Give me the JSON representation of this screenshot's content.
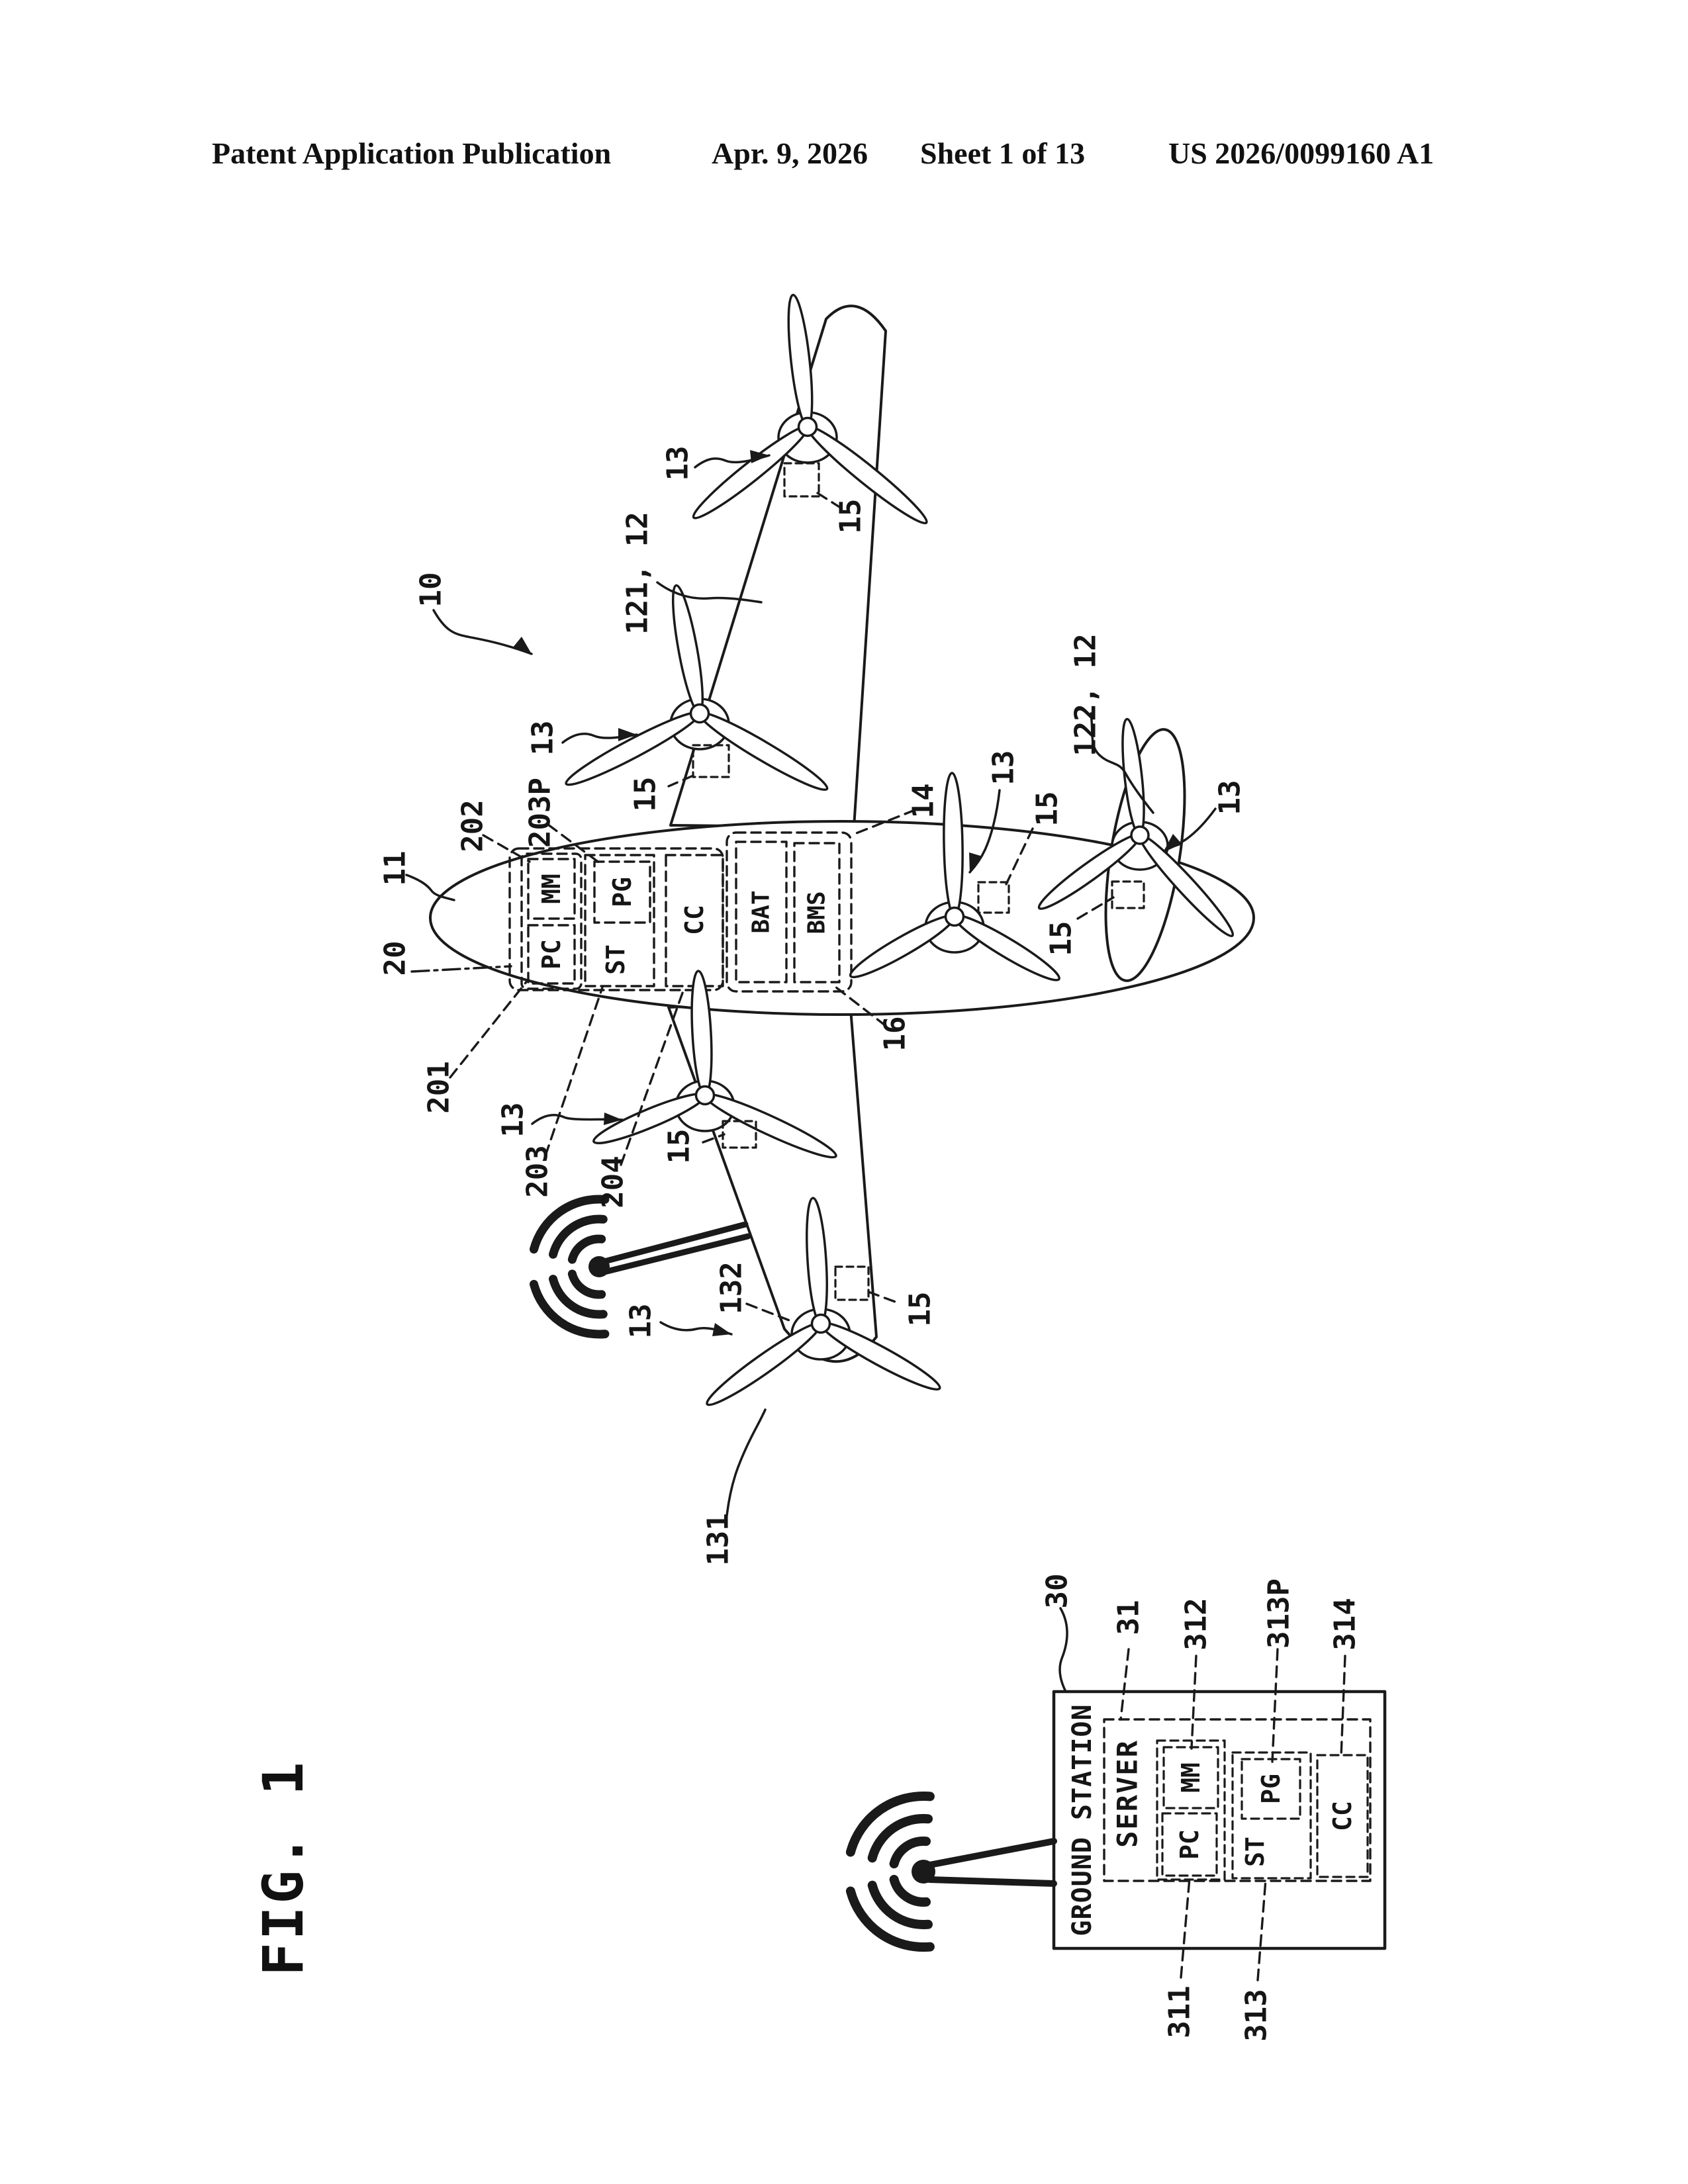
{
  "header": {
    "publication": "Patent Application Publication",
    "date": "Apr. 9, 2026",
    "sheet": "Sheet 1 of 13",
    "number": "US 2026/0099160 A1"
  },
  "figure": {
    "label": "FIG. 1"
  },
  "aircraft": {
    "refs": {
      "r10": "10",
      "r11": "11",
      "r13": "13",
      "r14": "14",
      "r15": "15",
      "r16": "16",
      "r20": "20",
      "r121": "121, 12",
      "r122": "122, 12",
      "r131": "131",
      "r132": "132",
      "r201": "201",
      "r202": "202",
      "r203": "203",
      "r203p": "203P",
      "r204": "204"
    },
    "components": {
      "pc": "PC",
      "mm": "MM",
      "st": "ST",
      "pg": "PG",
      "cc": "CC",
      "bat": "BAT",
      "bms": "BMS"
    }
  },
  "ground_station": {
    "title": "GROUND STATION",
    "server": "SERVER",
    "refs": {
      "r30": "30",
      "r31": "31",
      "r311": "311",
      "r312": "312",
      "r313": "313",
      "r313p": "313P",
      "r314": "314"
    },
    "components": {
      "pc": "PC",
      "mm": "MM",
      "st": "ST",
      "pg": "PG",
      "cc": "CC"
    }
  }
}
